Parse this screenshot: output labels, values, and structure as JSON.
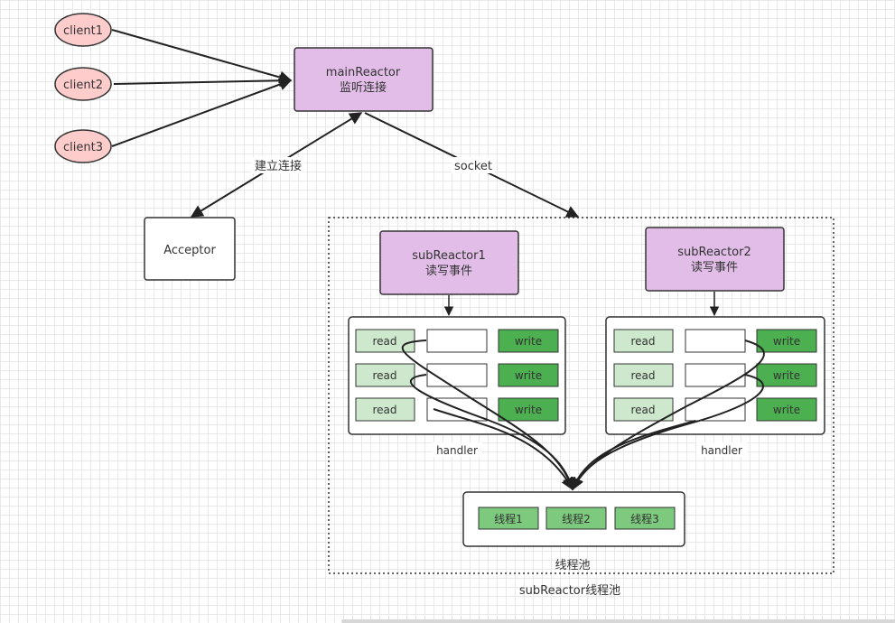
{
  "clients": [
    {
      "label": "client1"
    },
    {
      "label": "client2"
    },
    {
      "label": "client3"
    }
  ],
  "main_reactor": {
    "line1": "mainReactor",
    "line2": "监听连接"
  },
  "acceptor": {
    "label": "Acceptor"
  },
  "edge_labels": {
    "accept": "建立连接",
    "socket": "socket"
  },
  "sub_reactors": [
    {
      "line1": "subReactor1",
      "line2": "读写事件"
    },
    {
      "line1": "subReactor2",
      "line2": "读写事件"
    }
  ],
  "handler_group": {
    "read_label": "read",
    "write_label": "write",
    "caption": "handler"
  },
  "thread_pool": {
    "threads": [
      "线程1",
      "线程2",
      "线程3"
    ],
    "caption": "线程池"
  },
  "container_caption": "subReactor线程池",
  "colors": {
    "client_fill": "#ffcccc",
    "reactor_fill": "#e1bde8",
    "read_fill": "#cde8cd",
    "write_fill": "#4caf50",
    "thread_fill": "#7dc97d"
  }
}
